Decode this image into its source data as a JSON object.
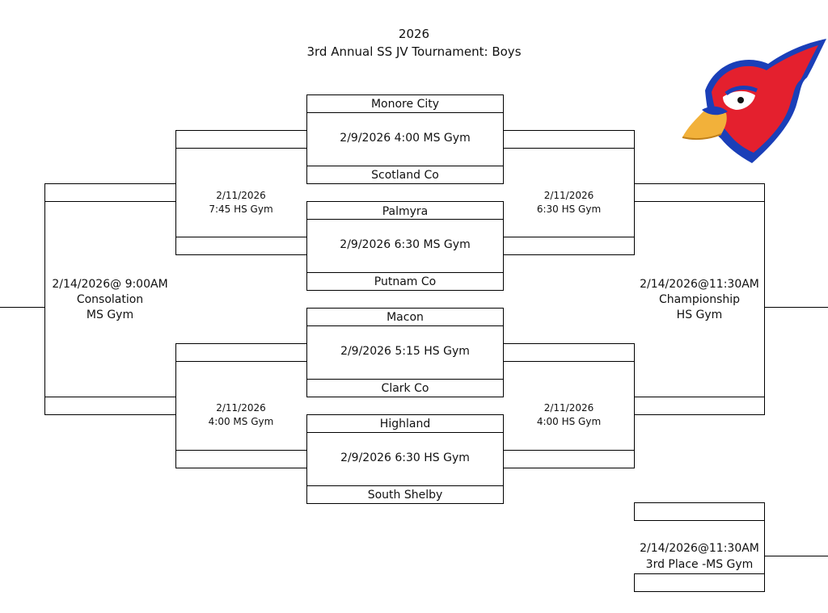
{
  "header": {
    "year": "2026",
    "title": "3rd Annual SS JV Tournament:  Boys"
  },
  "round1": [
    {
      "top_team": "Monore City",
      "game": "2/9/2026 4:00 MS Gym",
      "bottom_team": "Scotland Co"
    },
    {
      "top_team": "Palmyra",
      "game": "2/9/2026 6:30 MS Gym",
      "bottom_team": "Putnam Co"
    },
    {
      "top_team": "Macon",
      "game": "2/9/2026 5:15 HS Gym",
      "bottom_team": "Clark Co"
    },
    {
      "top_team": "Highland",
      "game": "2/9/2026 6:30 HS Gym",
      "bottom_team": "South Shelby"
    }
  ],
  "consolation_semis": [
    {
      "date": "2/11/2026",
      "time_location": "7:45 HS Gym"
    },
    {
      "date": "2/11/2026",
      "time_location": "4:00 MS Gym"
    }
  ],
  "winner_semis": [
    {
      "date": "2/11/2026",
      "time_location": "6:30 HS Gym"
    },
    {
      "date": "2/11/2026",
      "time_location": "4:00 HS Gym"
    }
  ],
  "consolation_final": {
    "datetime": "2/14/2026@ 9:00AM",
    "name": "Consolation",
    "location": "MS Gym"
  },
  "championship": {
    "datetime": "2/14/2026@11:30AM",
    "name": "Championship",
    "location": "HS Gym"
  },
  "third_place": {
    "datetime": "2/14/2026@11:30AM",
    "name": "3rd Place -MS Gym"
  },
  "logo": {
    "icon": "cardinal-mascot-icon",
    "colors": {
      "red": "#e4202e",
      "blue": "#1a3fb8",
      "beak": "#f2b13a"
    }
  }
}
